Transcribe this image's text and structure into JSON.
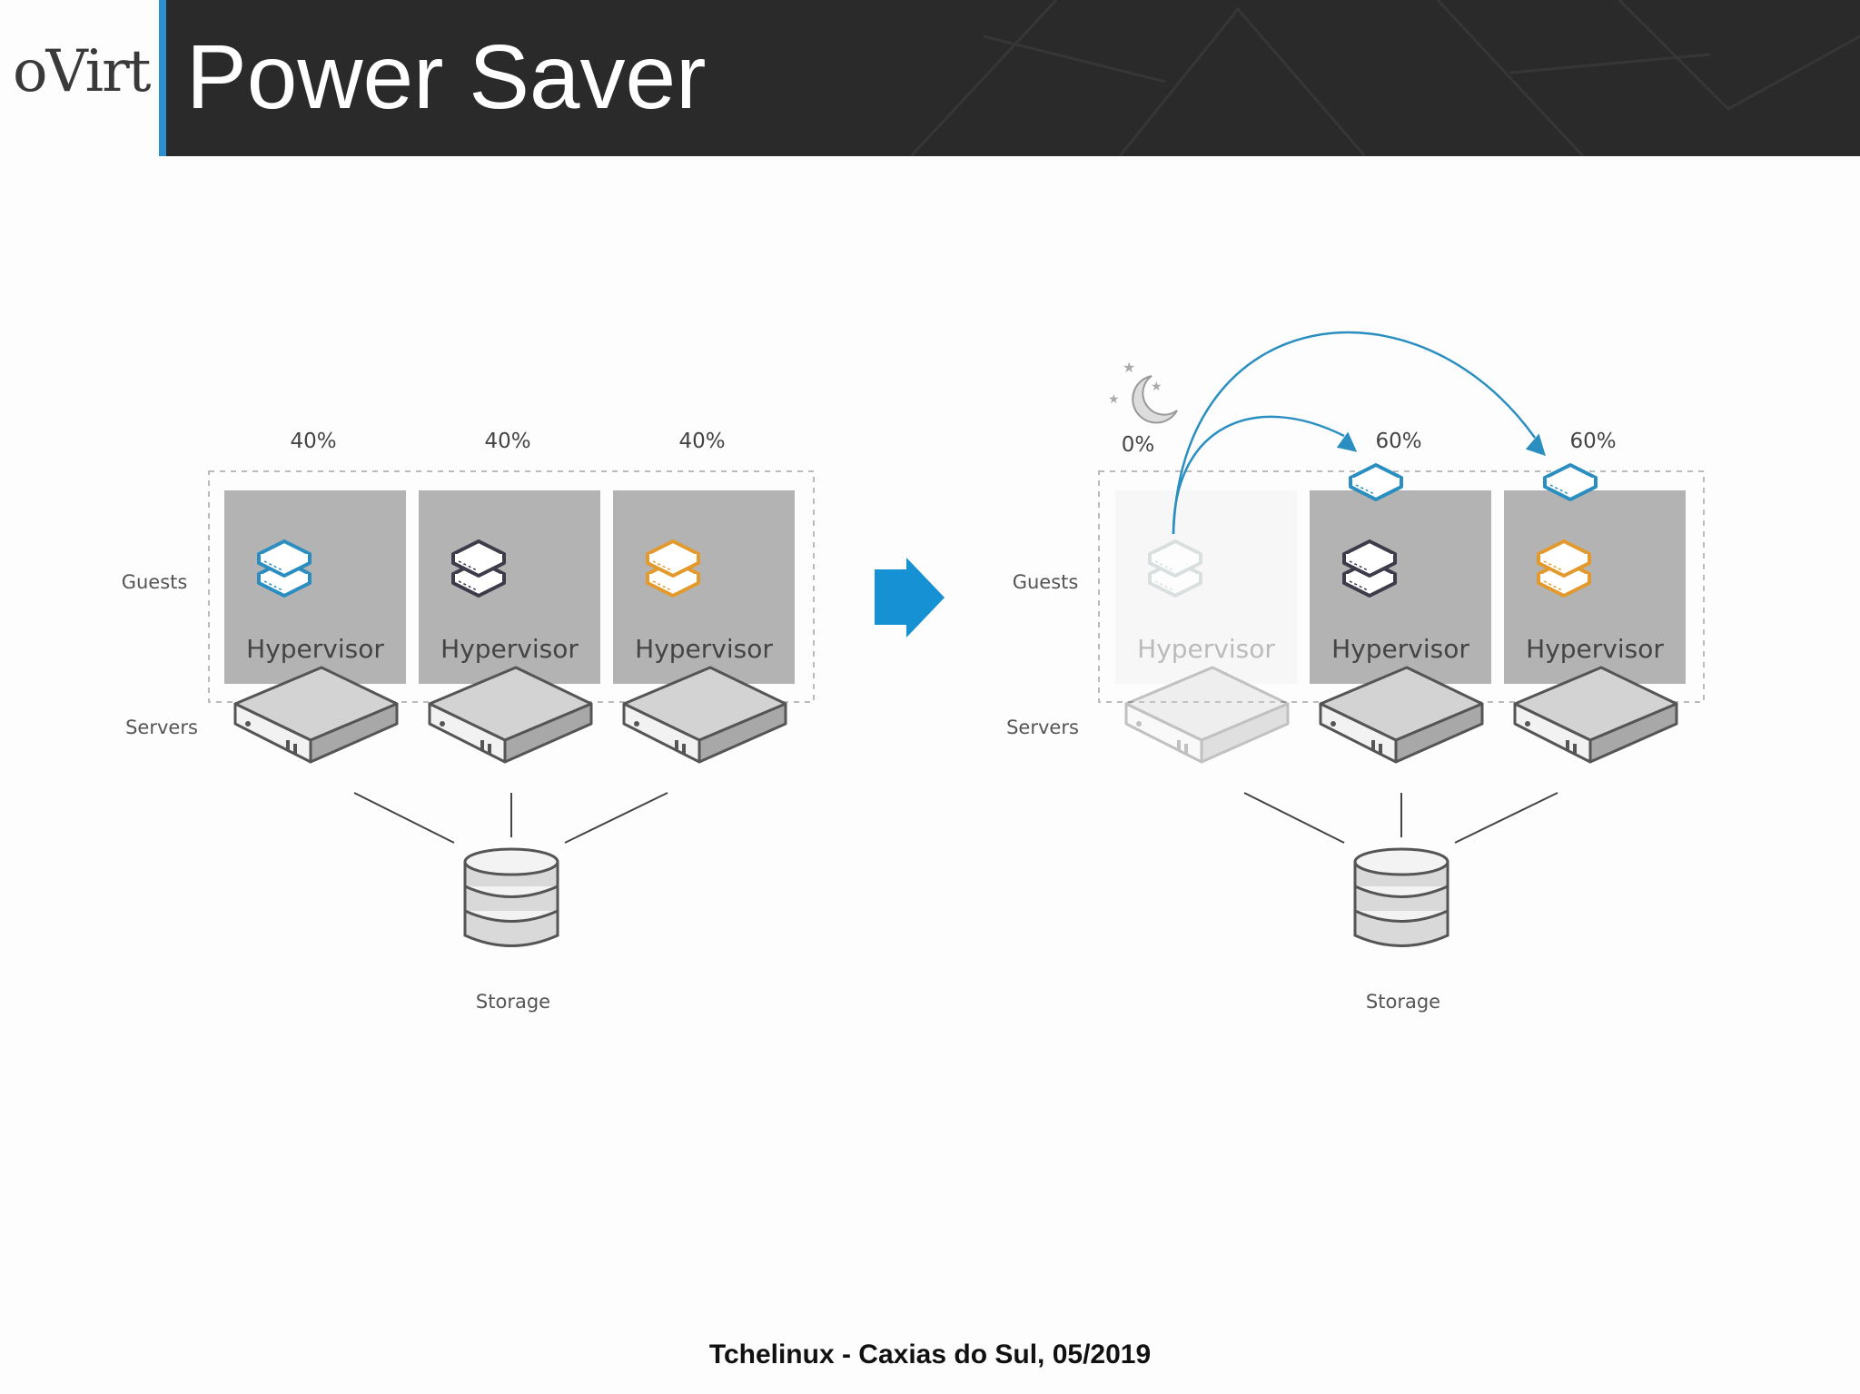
{
  "header": {
    "logo_text": "oVirt",
    "title": "Power Saver"
  },
  "diagram": {
    "row_labels": {
      "guests": "Guests",
      "servers": "Servers"
    },
    "before": {
      "hosts": [
        {
          "load": "40%",
          "label": "Hypervisor",
          "guest_color": "#2a8ec0"
        },
        {
          "load": "40%",
          "label": "Hypervisor",
          "guest_color": "#3e3b4a"
        },
        {
          "load": "40%",
          "label": "Hypervisor",
          "guest_color": "#e39a2d"
        }
      ],
      "storage_label": "Storage"
    },
    "after": {
      "hosts": [
        {
          "load": "0%",
          "label": "Hypervisor",
          "state": "sleeping"
        },
        {
          "load": "60%",
          "label": "Hypervisor",
          "guest_color": "#3e3b4a",
          "migrated_color": "#2a8ec0"
        },
        {
          "load": "60%",
          "label": "Hypervisor",
          "guest_color": "#e39a2d",
          "migrated_color": "#2a8ec0"
        }
      ],
      "storage_label": "Storage"
    },
    "colors": {
      "panel": "#b3b3b3",
      "panel_sleep": "#ececec",
      "arrow": "#1591d4",
      "migration": "#2a8ec0"
    }
  },
  "footer": {
    "text": "Tchelinux - Caxias do Sul, 05/2019"
  }
}
